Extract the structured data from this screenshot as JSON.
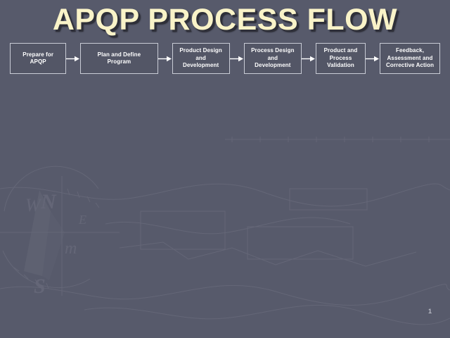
{
  "slide": {
    "title": "APQP PROCESS FLOW",
    "page_number": "1",
    "background_color": "#575a6b",
    "title_color": "#f9f3c8",
    "title_shadow_color": "#2e2f38",
    "box_fill_color": "#53566e",
    "box_border_color": "#c9ccd6",
    "box_text_color": "#ffffff",
    "arrow_color": "#ffffff"
  },
  "watermark": {
    "name": "compass-map-watermark",
    "labels": [
      "N",
      "S",
      "W",
      "E",
      "m"
    ]
  },
  "flow": {
    "arrow_icon": "arrow-right-icon",
    "steps": [
      {
        "id": "prepare-for-apqp",
        "label": "Prepare for\nAPQP"
      },
      {
        "id": "plan-and-define-program",
        "label": "Plan and Define\nProgram"
      },
      {
        "id": "product-design-development",
        "label": "Product Design\nand\nDevelopment"
      },
      {
        "id": "process-design-development",
        "label": "Process  Design\nand\nDevelopment"
      },
      {
        "id": "product-process-validation",
        "label": "Product and\nProcess\nValidation"
      },
      {
        "id": "feedback-assessment-corrective-action",
        "label": "Feedback,\nAssessment and\nCorrective Action"
      }
    ]
  }
}
